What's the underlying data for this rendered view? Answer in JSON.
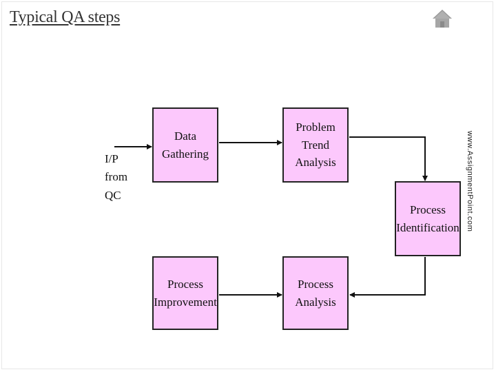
{
  "slide": {
    "title": "Typical QA steps",
    "home_icon": "home-icon",
    "watermark": "www.AssignmentPoint.com"
  },
  "diagram": {
    "input_label": "I/P\nfrom\nQC",
    "boxes": {
      "data_gathering": "Data\nGathering",
      "problem_trend_analysis": "Problem\nTrend\nAnalysis",
      "process_identification": "Process\nIdentification",
      "process_analysis": "Process\nAnalysis",
      "process_improvement": "Process\nImprovement"
    },
    "colors": {
      "box_fill": "#fcc8fc",
      "box_border": "#222222",
      "arrow": "#111111"
    }
  }
}
